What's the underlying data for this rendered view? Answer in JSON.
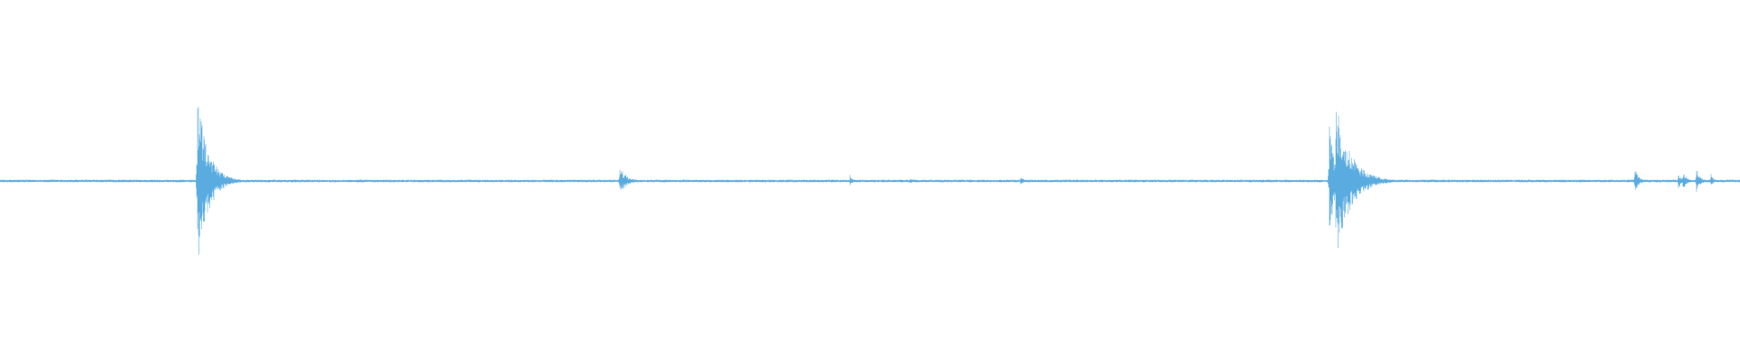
{
  "chart_data": {
    "type": "line",
    "title": "",
    "xlabel": "",
    "ylabel": "",
    "x_range": [
      0,
      1920
    ],
    "y_range": [
      -1,
      1
    ],
    "grid": false,
    "legend": "none",
    "series": [
      {
        "color": "#5aace0",
        "baseline_noise": 0.015,
        "events": [
          {
            "t": 218,
            "peak": 0.97,
            "neg": 0.97,
            "decay": 12
          },
          {
            "t": 230,
            "peak": 0.34,
            "neg": 0.35,
            "decay": 6
          },
          {
            "t": 684,
            "peak": 0.17,
            "neg": 0.16,
            "decay": 7
          },
          {
            "t": 938,
            "peak": 0.07,
            "neg": 0.06,
            "decay": 3
          },
          {
            "t": 1004,
            "peak": 0.03,
            "neg": 0.03,
            "decay": 5
          },
          {
            "t": 1126,
            "peak": 0.07,
            "neg": 0.06,
            "decay": 3
          },
          {
            "t": 1467,
            "peak": 0.7,
            "neg": 0.71,
            "decay": 5
          },
          {
            "t": 1474,
            "peak": 0.89,
            "neg": 0.9,
            "decay": 16
          },
          {
            "t": 1804,
            "peak": 0.16,
            "neg": 0.16,
            "decay": 4
          },
          {
            "t": 1852,
            "peak": 0.09,
            "neg": 0.09,
            "decay": 4
          },
          {
            "t": 1857,
            "peak": 0.12,
            "neg": 0.11,
            "decay": 4
          },
          {
            "t": 1872,
            "peak": 0.14,
            "neg": 0.13,
            "decay": 4
          },
          {
            "t": 1888,
            "peak": 0.08,
            "neg": 0.07,
            "decay": 3
          }
        ]
      }
    ]
  }
}
